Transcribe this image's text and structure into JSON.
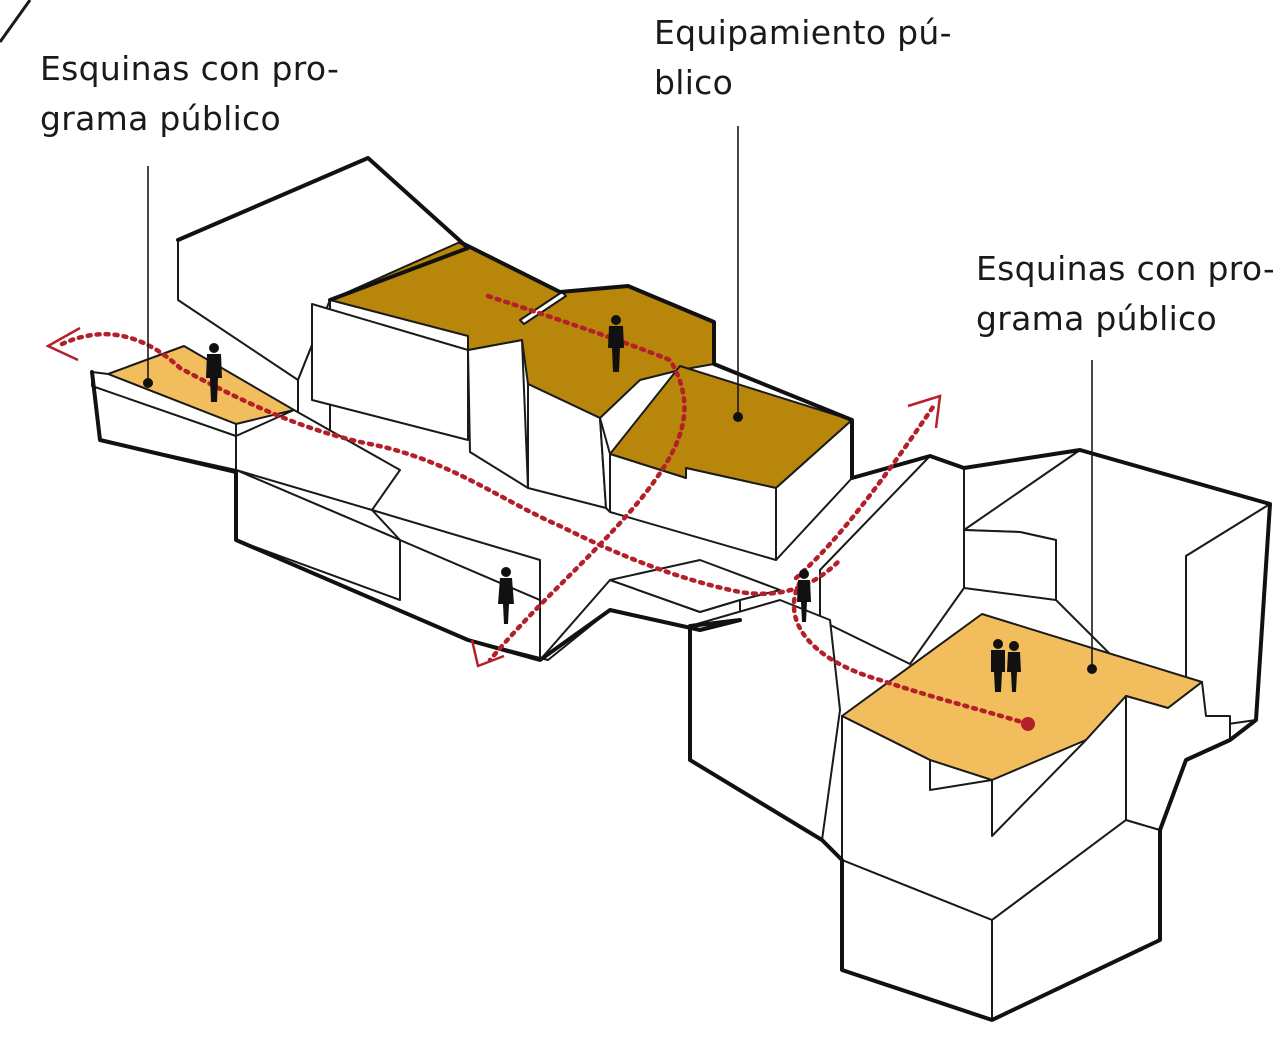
{
  "labels": {
    "corner_left": {
      "line1": "Esquinas con pro-",
      "line2": "grama público"
    },
    "equipment": {
      "line1": "Equipamiento pú-",
      "line2": "blico"
    },
    "corner_right": {
      "line1": "Esquinas con pro-",
      "line2": "grama público"
    }
  },
  "colors": {
    "public_equipment": "#b8860b",
    "public_corner": "#f2bd5c",
    "route": "#b3202a",
    "outline": "#111111"
  },
  "icons": [
    "person-icon",
    "route-arrow-icon",
    "leader-dot-icon",
    "route-end-dot-icon"
  ]
}
